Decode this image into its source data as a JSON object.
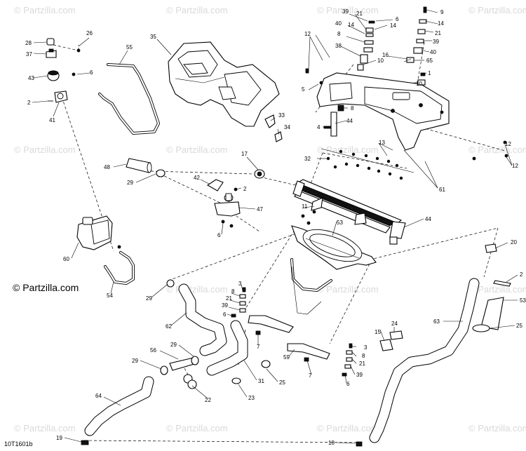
{
  "watermark": {
    "text": "© Partzilla.com",
    "color": "#d9d9d9"
  },
  "copyright": "© Partzilla.com",
  "diagram_code": "10T1601b",
  "callouts": {
    "c26": "26",
    "c28": "28",
    "c37": "37",
    "c43": "43",
    "c6a": "6",
    "c2a": "2",
    "c41": "41",
    "c55": "55",
    "c35": "35",
    "c33": "33",
    "c34": "34",
    "c39a": "39",
    "c21a": "21",
    "c6b": "6",
    "c40a": "40",
    "c14a": "14",
    "c14b": "14",
    "c8a": "8",
    "c38": "38",
    "c10a": "10",
    "c12a": "12",
    "c5": "5",
    "c16": "16",
    "c65": "65",
    "c9": "9",
    "c14c": "14",
    "c21b": "21",
    "c39b": "39",
    "c40b": "40",
    "c1": "1",
    "c10b": "10",
    "c8b": "8",
    "c44a": "44",
    "c4": "4",
    "c13": "13",
    "c12b": "12",
    "c32": "32",
    "c61": "61",
    "c12c": "12",
    "c17": "17",
    "c48": "48",
    "c29a": "29",
    "c42": "42",
    "c2b": "2",
    "c47": "47",
    "c6c": "6",
    "c11": "11",
    "c53a": "53",
    "c44b": "44",
    "c60": "60",
    "c54": "54",
    "c20": "20",
    "c29b": "29",
    "c3a": "3",
    "c8c": "8",
    "c21c": "21",
    "c39c": "39",
    "c6d": "6",
    "c62": "62",
    "c7a": "7",
    "c59": "59",
    "c15": "15",
    "c24": "24",
    "c3b": "3",
    "c8d": "8",
    "c21d": "21",
    "c39d": "39",
    "c6e": "6",
    "c7b": "7",
    "c63": "63",
    "c2c": "2",
    "c53b": "53",
    "c25a": "25",
    "c56": "56",
    "c29c": "29",
    "c29d": "29",
    "c31": "31",
    "c25b": "25",
    "c22": "22",
    "c23": "23",
    "c64": "64",
    "c19": "19",
    "c18": "18"
  }
}
